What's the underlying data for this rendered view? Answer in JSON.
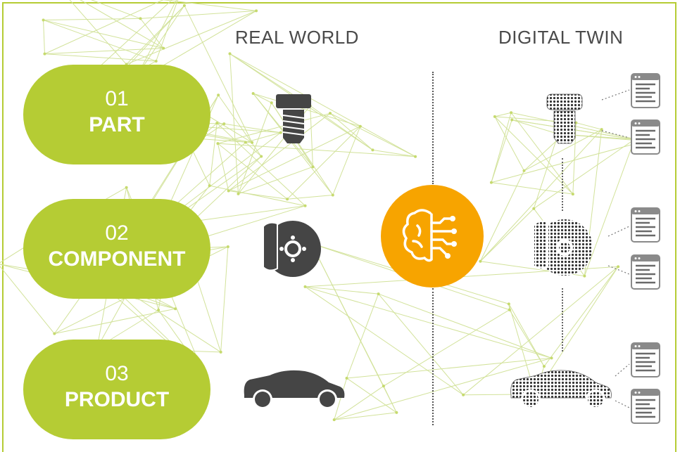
{
  "headings": {
    "real_world": "REAL WORLD",
    "digital_twin": "DIGITAL TWIN"
  },
  "levels": [
    {
      "number": "01",
      "label": "PART"
    },
    {
      "number": "02",
      "label": "COMPONENT"
    },
    {
      "number": "03",
      "label": "PRODUCT"
    }
  ],
  "colors": {
    "accent_green": "#b5cc34",
    "brain_orange": "#f7a400",
    "icon_dark": "#454545"
  }
}
